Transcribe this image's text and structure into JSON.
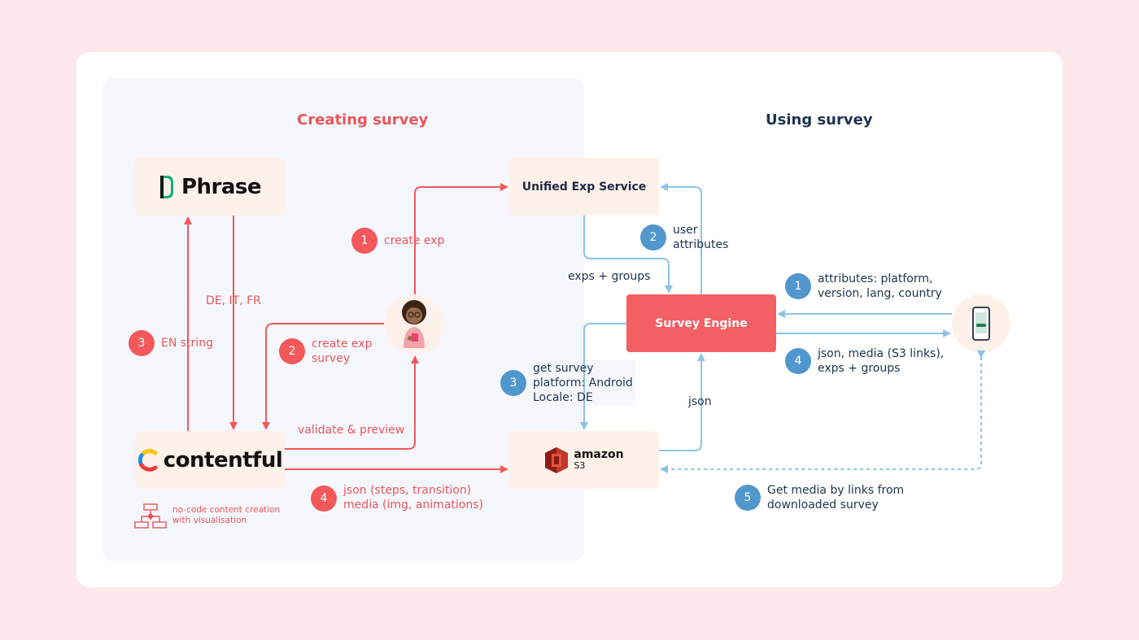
{
  "sections": {
    "creating": "Creating survey",
    "using": "Using survey"
  },
  "boxes": {
    "phrase": "Phrase",
    "contentful": "contentful",
    "unified": "Unified Exp Service",
    "engine": "Survey Engine",
    "amazon": "amazon",
    "s3": "S3"
  },
  "left_labels": {
    "create_exp": "create exp",
    "create_exp_survey": [
      "create exp",
      "survey"
    ],
    "en_string": "EN string",
    "langs": "DE, IT, FR",
    "validate": "validate & preview",
    "json_steps": [
      "json (steps, transition)",
      "media (img, animations)"
    ],
    "no_code": [
      "no-code content creation",
      "with visualisation"
    ]
  },
  "right_labels": {
    "user_attributes": [
      "user",
      "attributes"
    ],
    "exps_groups": "exps + groups",
    "attributes": [
      "attributes: platform,",
      "version, lang, country"
    ],
    "json_media": [
      "json, media (S3 links),",
      "exps + groups"
    ],
    "get_survey": [
      "get survey",
      "platform: Android",
      "Locale: DE"
    ],
    "json": "json",
    "get_media": [
      "Get media by links from",
      "downloaded survey"
    ]
  },
  "badges": {
    "red_1": "1",
    "red_2": "2",
    "red_3": "3",
    "red_4": "4",
    "blue_1": "1",
    "blue_2": "2",
    "blue_3": "3",
    "blue_4": "4",
    "blue_5": "5"
  },
  "icons": {
    "phrase_logo": "phrase-logo-icon",
    "contentful_logo": "contentful-logo-icon",
    "s3_logo": "aws-s3-icon",
    "avatar": "person-avatar-icon",
    "phone": "mobile-phone-icon",
    "flowchart": "flowchart-icon"
  },
  "colors": {
    "background": "#fde9ec",
    "red_accent": "#f36063",
    "blue_accent": "#5197cd",
    "box_fill": "#fdf1ea"
  }
}
